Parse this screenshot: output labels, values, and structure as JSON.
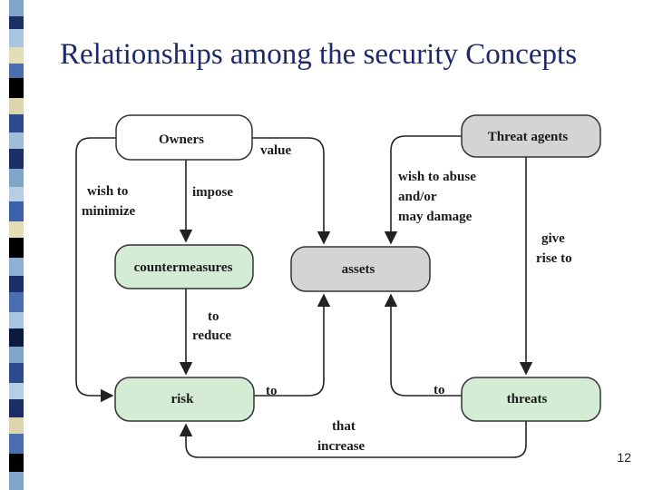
{
  "slide": {
    "title": "Relationships among the security Concepts",
    "page_number": "12"
  },
  "nodes": {
    "owners": "Owners",
    "threat_agents": "Threat agents",
    "countermeasures": "countermeasures",
    "assets": "assets",
    "risk": "risk",
    "threats": "threats"
  },
  "edges": {
    "value": "value",
    "wish_to_minimize": [
      "wish to",
      "minimize"
    ],
    "impose": "impose",
    "wish_to_abuse": [
      "wish to abuse",
      "and/or",
      "may damage"
    ],
    "give_rise_to": [
      "give",
      "rise to"
    ],
    "to_reduce": [
      "to",
      "reduce"
    ],
    "to_risk": "to",
    "to_threats": "to",
    "that_increase": [
      "that",
      "increase"
    ]
  },
  "colors": {
    "green_node": "#d3ecd3",
    "gray_node": "#d4d4d4",
    "white_node": "#ffffff",
    "title_color": "#1c2a6b"
  }
}
